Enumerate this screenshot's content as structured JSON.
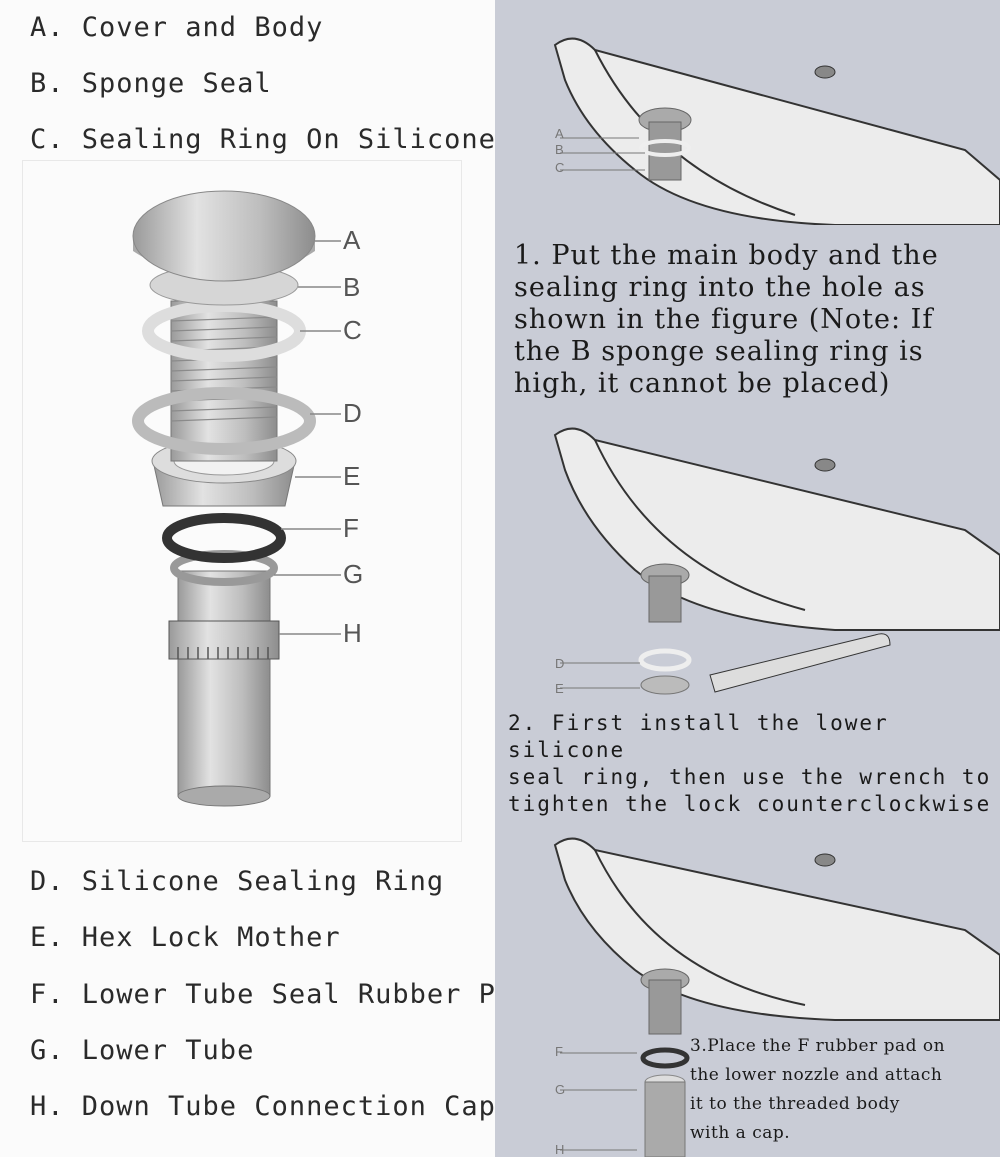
{
  "parts_top": [
    {
      "letter": "A",
      "text": "A.  Cover and Body"
    },
    {
      "letter": "B",
      "text": "B.  Sponge Seal"
    },
    {
      "letter": "C",
      "text": "C.  Sealing Ring On Silicone"
    }
  ],
  "parts_bottom": [
    {
      "letter": "D",
      "text": "D.  Silicone Sealing Ring"
    },
    {
      "letter": "E",
      "text": "E.  Hex Lock Mother"
    },
    {
      "letter": "F",
      "text": "F.  Lower Tube Seal Rubber Pad"
    },
    {
      "letter": "G",
      "text": "G.  Lower Tube"
    },
    {
      "letter": "H",
      "text": "H.  Down Tube Connection Cap"
    }
  ],
  "callouts": [
    "A",
    "B",
    "C",
    "D",
    "E",
    "F",
    "G",
    "H"
  ],
  "steps": [
    {
      "text": "1. Put the main body and the\nsealing ring into the hole as\nshown in the figure (Note: If\nthe B sponge sealing ring is\nhigh, it cannot be placed)",
      "labels": [
        "A",
        "B",
        "C"
      ]
    },
    {
      "text": "2. First install the lower silicone\n   seal ring, then use the wrench to\n   tighten the lock counterclockwise",
      "labels": [
        "D",
        "E"
      ]
    },
    {
      "text": "3.Place the F rubber pad on\n  the lower nozzle and attach\n     it to the threaded body\n     with a cap.",
      "labels": [
        "F",
        "G",
        "H"
      ]
    }
  ],
  "colors": {
    "panel": "#c9ccd6",
    "metal": "#c7c7c7",
    "sink": "#ececec"
  }
}
